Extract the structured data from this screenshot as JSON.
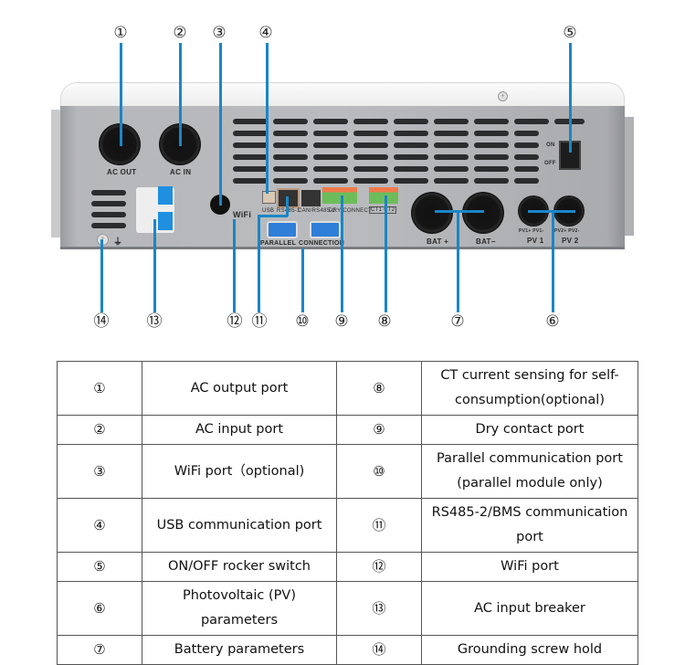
{
  "callouts_top": [
    "①",
    "②",
    "③",
    "④",
    "⑤"
  ],
  "callouts_bottom": [
    "⑭",
    "⑬",
    "⑫",
    "⑪",
    "⑩",
    "⑨",
    "⑧",
    "⑦",
    "⑥"
  ],
  "device_labels": {
    "ac_out": "AC OUT",
    "ac_in": "AC IN",
    "wifi": "WiFi",
    "usb": "USB",
    "rs485_1": "RS485-1",
    "can_rs485_2": "CAN/RS485-2",
    "dry_connect": "DRY CONNECT",
    "parallel": "PARALLEL",
    "connection": "CONNECTION",
    "bat_plus": "BAT +",
    "bat_minus": "BAT−",
    "pv1_pins": "PV1+ PV1-",
    "pv2_pins": "PV2+ PV2-",
    "pv1": "PV 1",
    "pv2": "PV 2",
    "switch_on": "ON",
    "switch_off": "OFF",
    "ct_label": "CT1 CT2"
  },
  "colors": {
    "leader_line": "#1a86c8",
    "breaker": "#1f8fe0",
    "terminal_green": "#6cbd5a",
    "terminal_orange": "#f07a4a"
  },
  "legend": {
    "rows": [
      {
        "left_num": "①",
        "left_desc": "AC output port",
        "right_num": "⑧",
        "right_desc": "CT current sensing for self-consumption(optional)"
      },
      {
        "left_num": "②",
        "left_desc": "AC input port",
        "right_num": "⑨",
        "right_desc": "Dry contact port"
      },
      {
        "left_num": "③",
        "left_desc": "WiFi port（optional)",
        "right_num": "⑩",
        "right_desc": "Parallel communication port (parallel module only)"
      },
      {
        "left_num": "④",
        "left_desc": "USB communication port",
        "right_num": "⑪",
        "right_desc": "RS485-2/BMS communication port"
      },
      {
        "left_num": "⑤",
        "left_desc": "ON/OFF rocker switch",
        "right_num": "⑫",
        "right_desc": "WiFi port"
      },
      {
        "left_num": "⑥",
        "left_desc": "Photovoltaic (PV) parameters",
        "right_num": "⑬",
        "right_desc": "AC input breaker"
      },
      {
        "left_num": "⑦",
        "left_desc": "Battery parameters",
        "right_num": "⑭",
        "right_desc": "Grounding screw hold"
      }
    ]
  }
}
